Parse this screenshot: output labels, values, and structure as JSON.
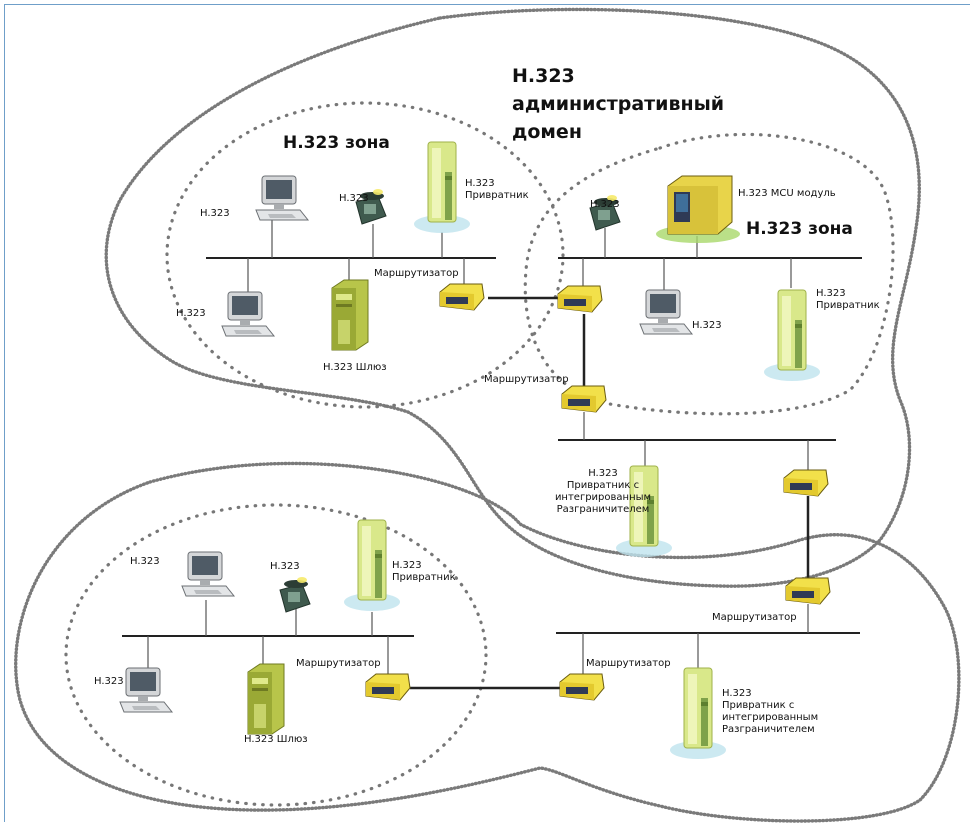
{
  "diagram": {
    "admin_domain_label": [
      "H.323",
      "административный",
      "домен"
    ],
    "zone_label": "H.323 зона",
    "terminal_label": "H.323",
    "gatekeeper_label": [
      "H.323",
      "Привратник"
    ],
    "gateway_label": "H.323 Шлюз",
    "router_label": "Маршрутизатор",
    "mcu_label": "H.323 MCU модуль",
    "border_gk_label": [
      "H.323",
      "Привратник с",
      "интегрированным",
      "Разграничителем"
    ]
  },
  "colors": {
    "frame": "#6f9fc9",
    "tower": "#cfe07a",
    "router": "#f2e04a",
    "mcu": "#e8d44a",
    "glow": "#bfe3ee"
  }
}
